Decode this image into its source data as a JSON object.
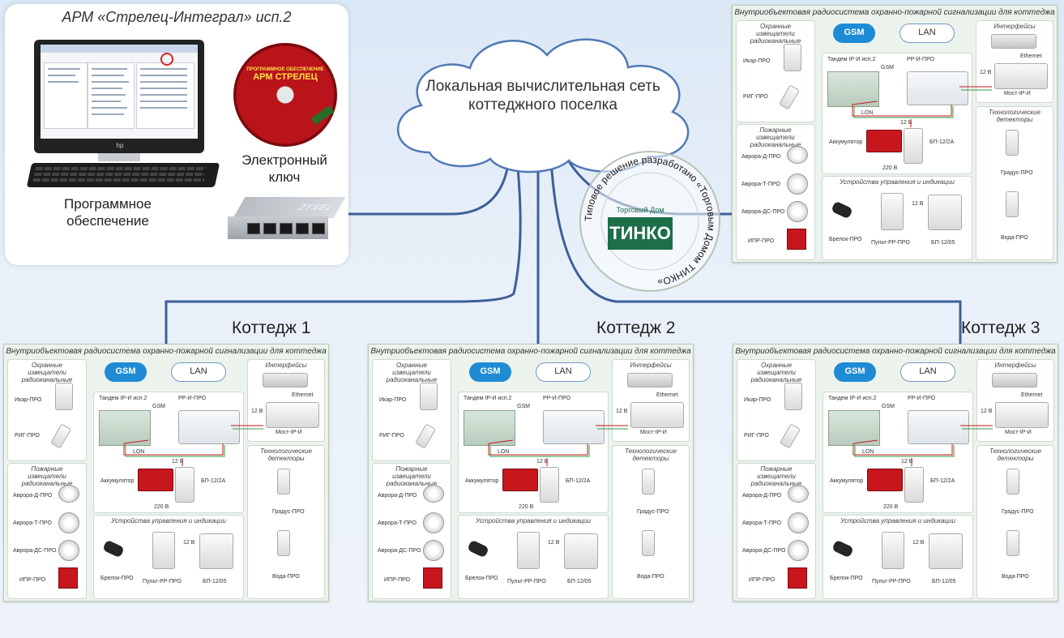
{
  "arm": {
    "title": "АРМ «Стрелец-Интеграл» исп.2",
    "software_line1": "Программное",
    "software_line2": "обеспечение",
    "key_line1": "Электронный",
    "key_line2": "ключ",
    "cd_line1": "ПРОГРАММНОЕ ОБЕСПЕЧЕНИЕ",
    "cd_line2": "АРМ СТРЕЛЕЦ",
    "switch_brand": "ZYXEL",
    "monitor_brand": "hp"
  },
  "network": {
    "line1": "Локальная вычислительная сеть",
    "line2": "коттеджного поселка"
  },
  "stamp": {
    "ring_text": "Типовое решение разработано «Торговым Домом ТИНКО»",
    "brand_small": "Торговый Дом",
    "brand_big": "ТИНКО",
    "color": "#1d6f49"
  },
  "cottage_labels": [
    "Коттедж 1",
    "Коттедж 2",
    "Коттедж 3"
  ],
  "panel": {
    "title": "Внутриобъектовая радиосистема охранно-пожарной сигнализации для коттеджа",
    "security_title": "Охранные извещатели радиоканальные",
    "security_items": [
      "Икар-ПРО",
      "РИГ-ПРО"
    ],
    "fire_title": "Пожарные извещатели радиоканальные",
    "fire_items": [
      "Аврора-Д-ПРО",
      "Аврора-Т-ПРО",
      "Аврора-ДС-ПРО",
      "ИПР-ПРО"
    ],
    "gsm": "GSM",
    "lan": "LAN",
    "interfaces_title": "Интерфейсы",
    "ethernet": "Ethernet",
    "bridge": "Мост-IP-И",
    "tandem": "Тандем IP-И исп.2",
    "gsm_small": "GSM",
    "rr": "РР-И-ПРО",
    "lon": "LON",
    "v12": "12 В",
    "battery": "Аккумулятор",
    "psu": "БП-12/2А",
    "v220": "220 В",
    "control_title": "Устройства управления и индикации",
    "keyfob": "Брелок-ПРО",
    "console": "Пульт-РР-ПРО",
    "psu_small": "БП-12/05",
    "tech_title": "Технологические детекторы",
    "tech_items": [
      "Градус-ПРО",
      "Вода-ПРО"
    ]
  },
  "colors": {
    "wire": "#3d5f9a",
    "panel_bg": "#ecf3ec",
    "gsm": "#1f8bd4",
    "red": "#c8161d",
    "green_line": "#2e9b43"
  }
}
